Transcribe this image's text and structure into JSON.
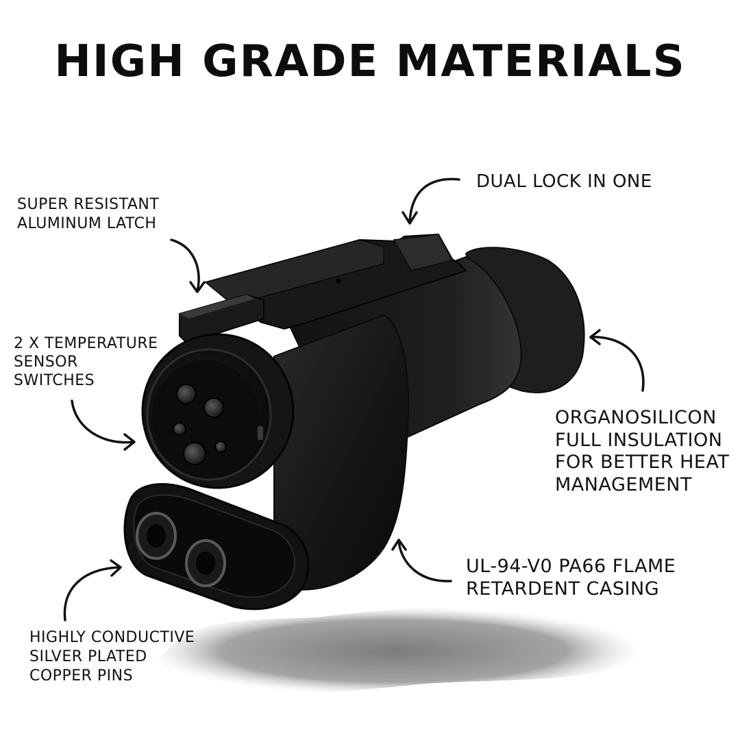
{
  "headline": "HIGH GRADE MATERIALS",
  "callouts": {
    "dual_lock": [
      "DUAL LOCK IN ONE"
    ],
    "latch": [
      "SUPER RESISTANT",
      "ALUMINUM LATCH"
    ],
    "temperature": [
      "2 X TEMPERATURE",
      "SENSOR",
      "SWITCHES"
    ],
    "insulation": [
      "ORGANOSILICON",
      "FULL INSULATION",
      "FOR BETTER HEAT",
      "MANAGEMENT"
    ],
    "casing": [
      "UL-94-V0 PA66 FLAME",
      "RETARDENT CASING"
    ],
    "pins": [
      "HIGHLY CONDUCTIVE",
      "SILVER PLATED",
      "COPPER PINS"
    ]
  },
  "product": {
    "subject": "EV charging adapter",
    "body_color": "#1c1c1c",
    "shadow_color": "#8a8a8a"
  },
  "icons": [
    "curved-arrow-icon"
  ]
}
